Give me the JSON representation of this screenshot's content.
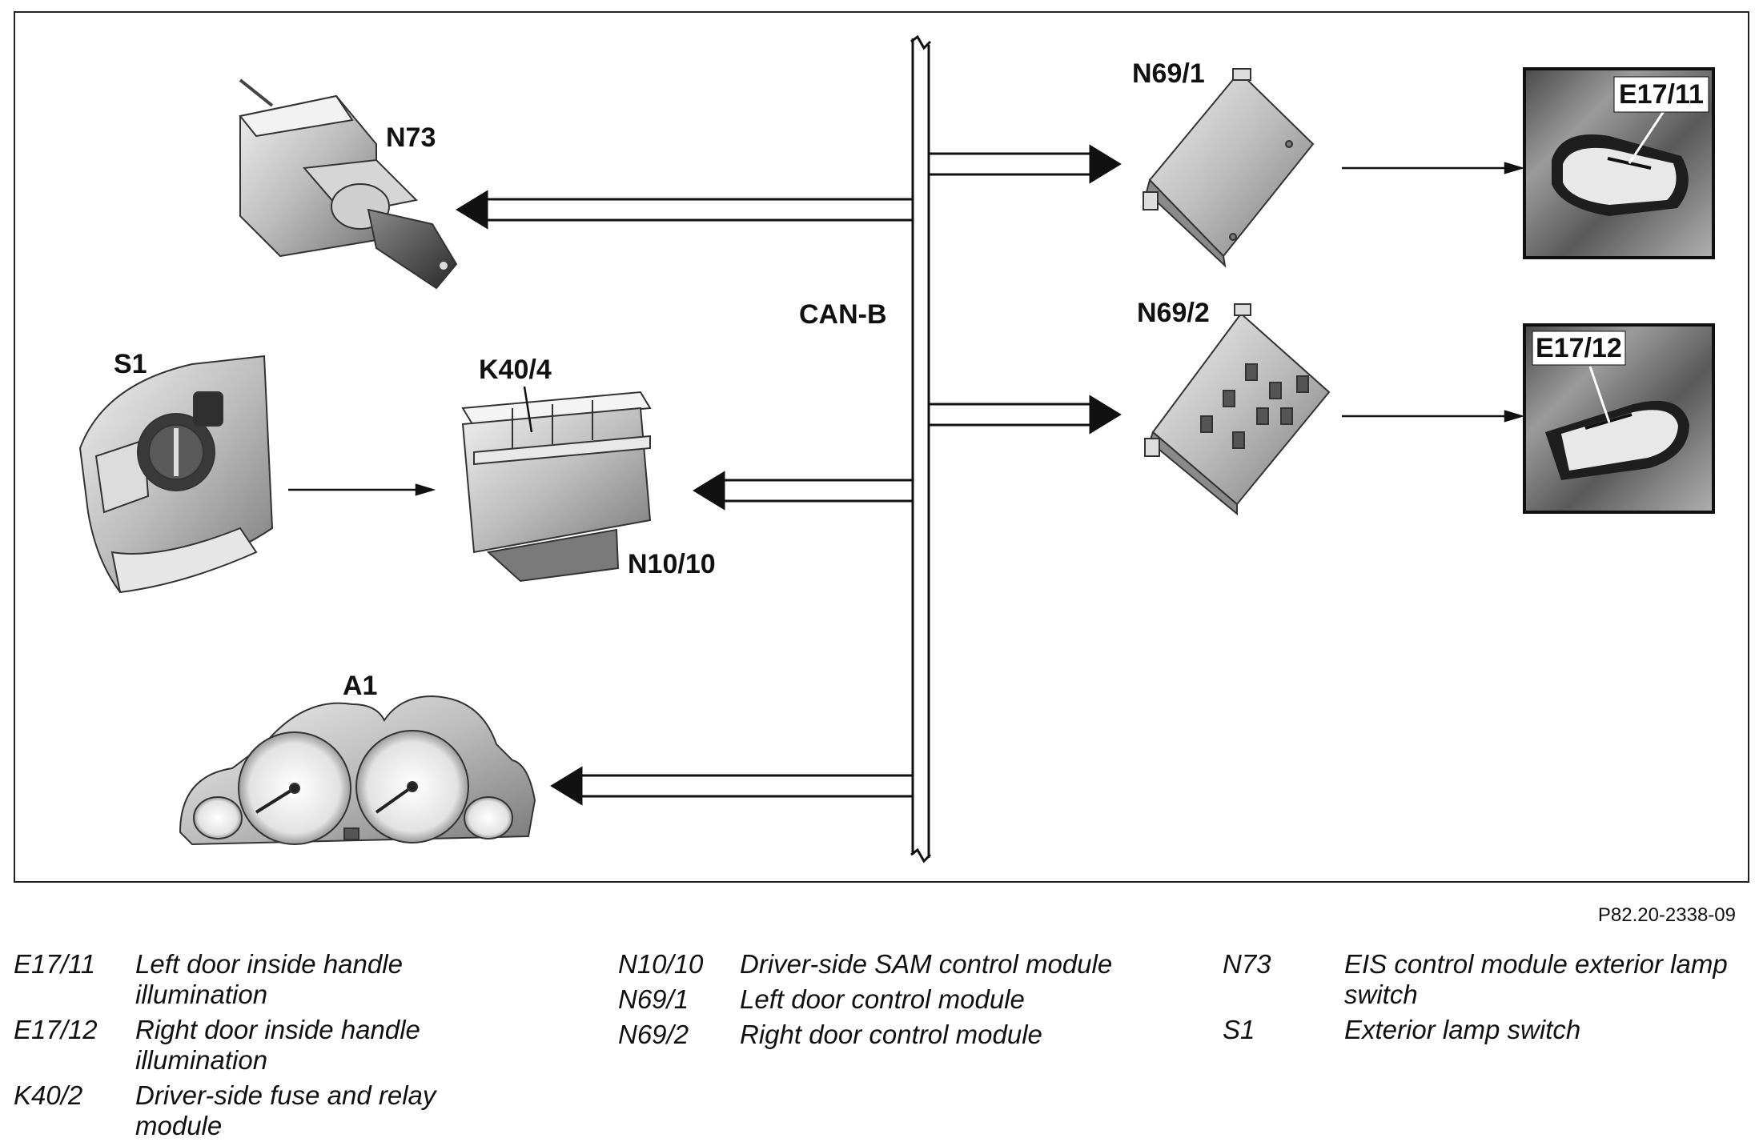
{
  "diagram": {
    "bus_label": "CAN-B",
    "labels": {
      "n73": "N73",
      "s1": "S1",
      "k40_4": "K40/4",
      "n10_10": "N10/10",
      "a1": "A1",
      "n69_1": "N69/1",
      "n69_2": "N69/2",
      "e17_11": "E17/11",
      "e17_12": "E17/12"
    }
  },
  "figure_ref": "P82.20-2338-09",
  "legend": {
    "col1": [
      {
        "code": "E17/11",
        "desc": "Left door inside handle illumination"
      },
      {
        "code": "E17/12",
        "desc": "Right door inside handle illumination"
      },
      {
        "code": "K40/2",
        "desc": "Driver-side fuse and relay module"
      }
    ],
    "col2": [
      {
        "code": "N10/10",
        "desc": "Driver-side SAM control module"
      },
      {
        "code": "N69/1",
        "desc": "Left door control module"
      },
      {
        "code": "N69/2",
        "desc": "Right door control module"
      }
    ],
    "col3": [
      {
        "code": "N73",
        "desc": "EIS control module exterior lamp switch"
      },
      {
        "code": "S1",
        "desc": "Exterior lamp switch"
      }
    ]
  }
}
